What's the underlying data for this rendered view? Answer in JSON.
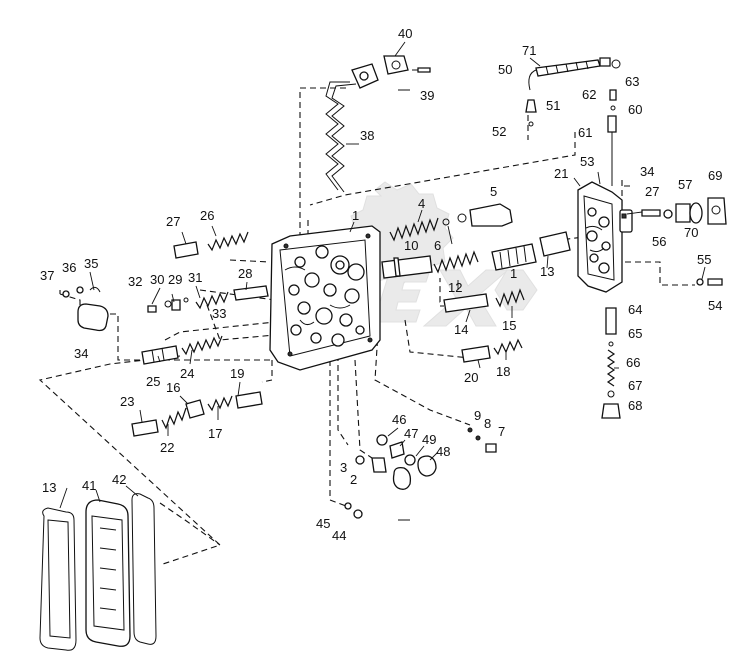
{
  "labels": [
    {
      "id": "c40",
      "text": "40"
    },
    {
      "id": "c39",
      "text": "39"
    },
    {
      "id": "c38",
      "text": "38"
    },
    {
      "id": "c71",
      "text": "71"
    },
    {
      "id": "c50",
      "text": "50"
    },
    {
      "id": "c51",
      "text": "51"
    },
    {
      "id": "c52",
      "text": "52"
    },
    {
      "id": "c63",
      "text": "63"
    },
    {
      "id": "c62",
      "text": "62"
    },
    {
      "id": "c60",
      "text": "60"
    },
    {
      "id": "c61",
      "text": "61"
    },
    {
      "id": "c53",
      "text": "53"
    },
    {
      "id": "c21",
      "text": "21"
    },
    {
      "id": "c34a",
      "text": "34"
    },
    {
      "id": "c69",
      "text": "69"
    },
    {
      "id": "c57",
      "text": "57"
    },
    {
      "id": "c27a",
      "text": "27"
    },
    {
      "id": "c56",
      "text": "56"
    },
    {
      "id": "c70",
      "text": "70"
    },
    {
      "id": "c5",
      "text": "5"
    },
    {
      "id": "c4",
      "text": "4"
    },
    {
      "id": "c1a",
      "text": "1"
    },
    {
      "id": "c6",
      "text": "6"
    },
    {
      "id": "c10",
      "text": "10"
    },
    {
      "id": "c1b",
      "text": "1"
    },
    {
      "id": "c13a",
      "text": "13"
    },
    {
      "id": "c12",
      "text": "12"
    },
    {
      "id": "c14",
      "text": "14"
    },
    {
      "id": "c15",
      "text": "15"
    },
    {
      "id": "c55",
      "text": "55"
    },
    {
      "id": "c54",
      "text": "54"
    },
    {
      "id": "c64",
      "text": "64"
    },
    {
      "id": "c65",
      "text": "65"
    },
    {
      "id": "c66",
      "text": "66"
    },
    {
      "id": "c67",
      "text": "67"
    },
    {
      "id": "c68",
      "text": "68"
    },
    {
      "id": "c27b",
      "text": "27"
    },
    {
      "id": "c26",
      "text": "26"
    },
    {
      "id": "c37",
      "text": "37"
    },
    {
      "id": "c36",
      "text": "36"
    },
    {
      "id": "c35",
      "text": "35"
    },
    {
      "id": "c32",
      "text": "32"
    },
    {
      "id": "c30",
      "text": "30"
    },
    {
      "id": "c29",
      "text": "29"
    },
    {
      "id": "c31",
      "text": "31"
    },
    {
      "id": "c28",
      "text": "28"
    },
    {
      "id": "c33",
      "text": "33"
    },
    {
      "id": "c34b",
      "text": "34"
    },
    {
      "id": "c25",
      "text": "25"
    },
    {
      "id": "c24",
      "text": "24"
    },
    {
      "id": "c16",
      "text": "16"
    },
    {
      "id": "c19",
      "text": "19"
    },
    {
      "id": "c23",
      "text": "23"
    },
    {
      "id": "c22",
      "text": "22"
    },
    {
      "id": "c17",
      "text": "17"
    },
    {
      "id": "c20",
      "text": "20"
    },
    {
      "id": "c18",
      "text": "18"
    },
    {
      "id": "c46",
      "text": "46"
    },
    {
      "id": "c47",
      "text": "47"
    },
    {
      "id": "c49",
      "text": "49"
    },
    {
      "id": "c48",
      "text": "48"
    },
    {
      "id": "c9",
      "text": "9"
    },
    {
      "id": "c8",
      "text": "8"
    },
    {
      "id": "c7",
      "text": "7"
    },
    {
      "id": "c3",
      "text": "3"
    },
    {
      "id": "c2",
      "text": "2"
    },
    {
      "id": "c45",
      "text": "45"
    },
    {
      "id": "c44",
      "text": "44"
    },
    {
      "id": "c13b",
      "text": "13"
    },
    {
      "id": "c41",
      "text": "41"
    },
    {
      "id": "c42",
      "text": "42"
    }
  ]
}
